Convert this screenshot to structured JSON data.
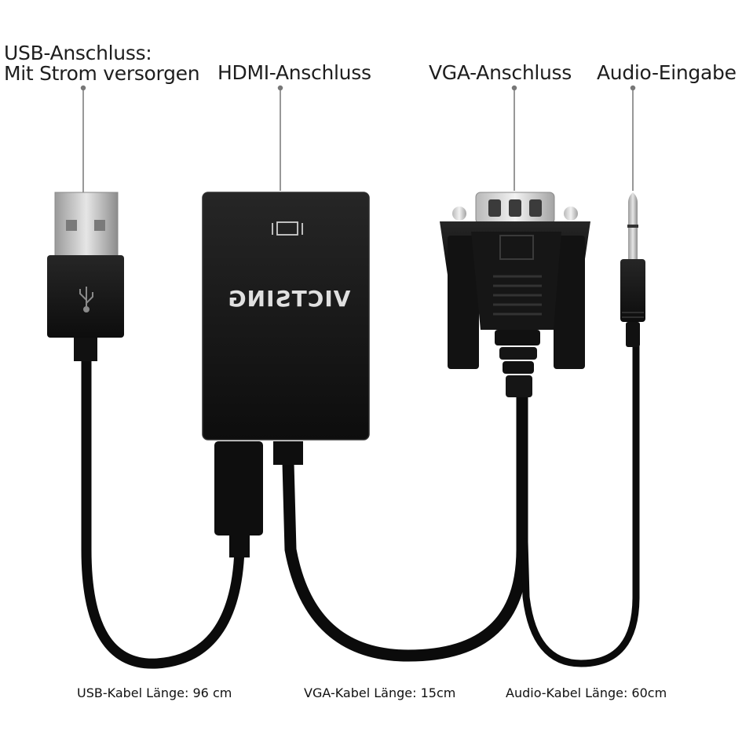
{
  "labels": {
    "usb_port_line1": "USB-Anschluss:",
    "usb_port_line2": "Mit Strom versorgen",
    "hdmi_port": "HDMI-Anschluss",
    "vga_port": "VGA-Anschluss",
    "audio_input": "Audio-Eingabe"
  },
  "captions": {
    "usb_cable_length": "USB-Kabel Länge: 96 cm",
    "vga_cable_length": "VGA-Kabel Länge: 15cm",
    "audio_cable_length": "Audio-Kabel Länge: 60cm"
  },
  "product": {
    "brand_mirrored": "VICTSING"
  },
  "colors": {
    "cable": "#0b0b0b",
    "adapter_body": "#141414",
    "metal": "#c8c8c8",
    "leader_line": "#777777"
  }
}
